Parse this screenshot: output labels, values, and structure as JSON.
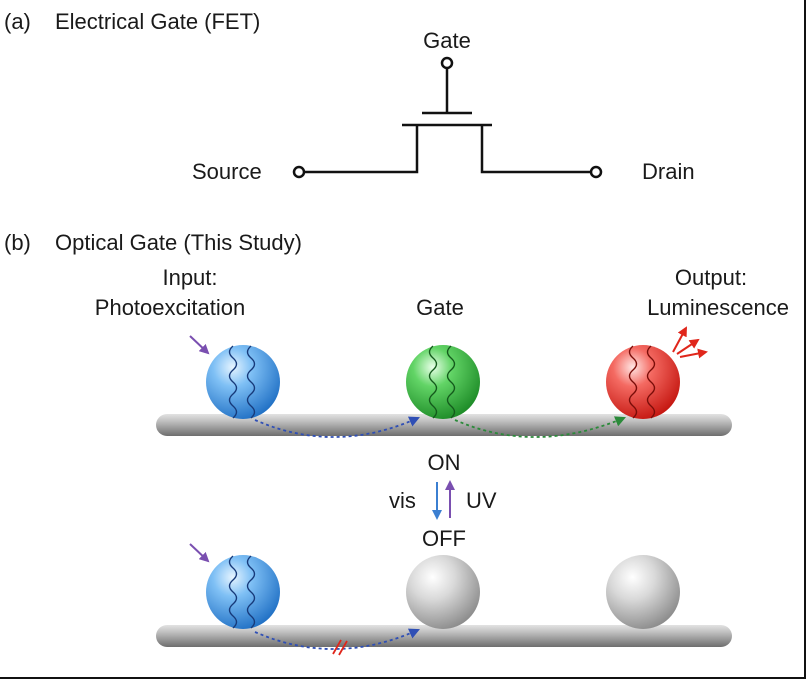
{
  "panel_a": {
    "letter": "(a)",
    "title": "Electrical Gate (FET)",
    "gate_label": "Gate",
    "source_label": "Source",
    "drain_label": "Drain"
  },
  "panel_b": {
    "letter": "(b)",
    "title": "Optical Gate (This Study)",
    "input_label_1": "Input:",
    "input_label_2": "Photoexcitation",
    "gate_label": "Gate",
    "output_label_1": "Output:",
    "output_label_2": "Luminescence",
    "on_label": "ON",
    "off_label": "OFF",
    "vis_label": "vis",
    "uv_label": "UV"
  },
  "colors": {
    "input_sphere": "#3d94e6",
    "gate_on_sphere": "#2fb83a",
    "output_sphere": "#ec2f2a",
    "inactive_sphere": "#bdbdbd",
    "excitation_arrow": "#7a4fb0",
    "emission_arrows": "#e0261b",
    "energy_transfer_blue": "#2f4fb5",
    "energy_transfer_green": "#2b8a3a",
    "block_marks": "#e0261b"
  }
}
